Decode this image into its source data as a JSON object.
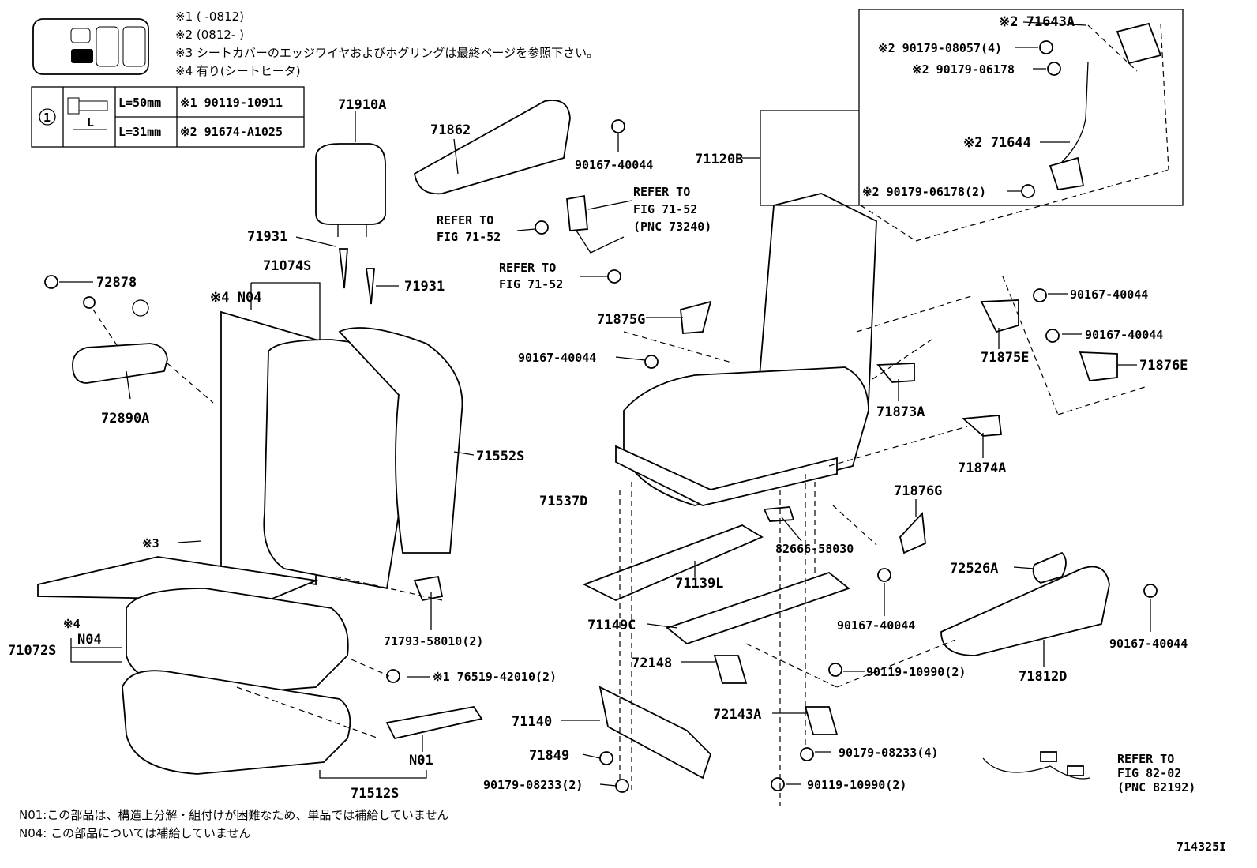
{
  "notes": {
    "n1": "※1 (        -0812)",
    "n2": "※2 (0812-        )",
    "n3": "※3 シートカバーのエッジワイヤおよびホグリングは最終ページを参照下さい。",
    "n4": "※4 有り(シートヒータ)"
  },
  "bolt_table": {
    "circle": "1",
    "row1_len": "L=50mm",
    "row1_part": "※1 90119-10911",
    "row2_len": "L=31mm",
    "row2_part": "※2 91674-A1025",
    "dim": "L"
  },
  "parts": {
    "p71910A": "71910A",
    "p71862": "71862",
    "p90167a": "90167-40044",
    "p71120B": "71120B",
    "p71931a": "71931",
    "p71931b": "71931",
    "p71074S": "71074S",
    "p4N04a": "※4 N04",
    "p72878": "72878",
    "p72890A": "72890A",
    "p71552S": "71552S",
    "p71875G": "71875G",
    "p90167b": "90167-40044",
    "p71875E": "71875E",
    "p90167c": "90167-40044",
    "p90167d": "90167-40044",
    "p71876E": "71876E",
    "p71873A": "71873A",
    "p71874A": "71874A",
    "p71537D": "71537D",
    "p71876G": "71876G",
    "p82666": "82666-58030",
    "p71139L": "71139L",
    "p72526A": "72526A",
    "p90167e": "90167-40044",
    "p90167f": "90167-40044",
    "p71149C": "71149C",
    "p71793": "71793-58010(2)",
    "p3": "※3",
    "p4N04b": "※4",
    "pN04b": "N04",
    "p71072S": "71072S",
    "p76519": "※1 76519-42010(2)",
    "p72148": "72148",
    "p90119a": "90119-10990(2)",
    "p71812D": "71812D",
    "p72143A": "72143A",
    "p71140": "71140",
    "p71849": "71849",
    "p90179a": "90179-08233(2)",
    "pN01": "N01",
    "p71512S": "71512S",
    "p90179b": "90179-08233(4)",
    "p90119b": "90119-10990(2)",
    "p71643A": "※2 71643A",
    "p90179c": "※2 90179-08057(4)",
    "p90179d": "※2 90179-06178",
    "p71644": "※2 71644",
    "p90179e": "※2 90179-06178(2)"
  },
  "refs": {
    "r1a": "REFER TO",
    "r1b": "FIG 71-52",
    "r1c": "(PNC 73240)",
    "r2a": "REFER TO",
    "r2b": "FIG 71-52",
    "r3a": "REFER TO",
    "r3b": "FIG 71-52",
    "r4a": "REFER TO",
    "r4b": "FIG 82-02",
    "r4c": "(PNC 82192)"
  },
  "footnotes": {
    "f1": "N01:この部品は、構造上分解・組付けが困難なため、単品では補給していません",
    "f2": "N04: この部品については補給していません"
  },
  "figure_id": "714325I"
}
